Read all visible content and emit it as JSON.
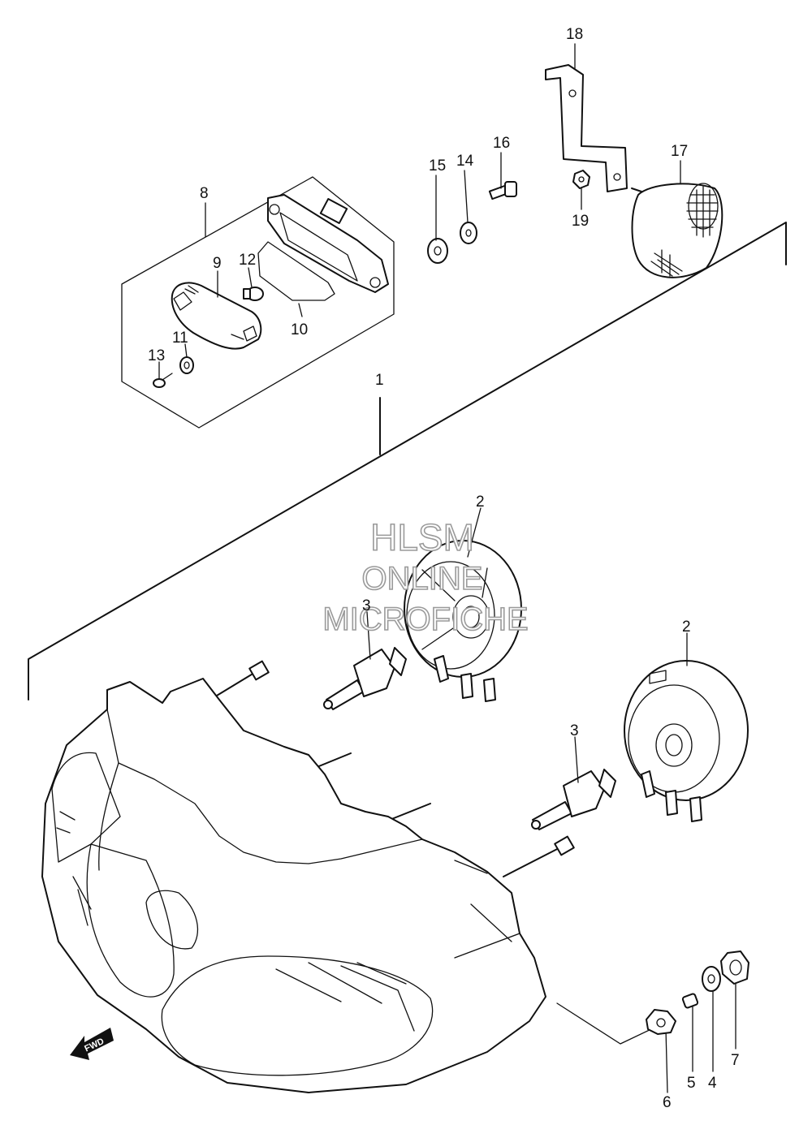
{
  "watermark": {
    "line1": "HLSM",
    "line2": "ONLINE",
    "line3": "MICROFICHE"
  },
  "direction_marker": "FWD",
  "callouts": [
    {
      "id": "1",
      "label": "1"
    },
    {
      "id": "2a",
      "label": "2"
    },
    {
      "id": "2b",
      "label": "2"
    },
    {
      "id": "3a",
      "label": "3"
    },
    {
      "id": "3b",
      "label": "3"
    },
    {
      "id": "4",
      "label": "4"
    },
    {
      "id": "5",
      "label": "5"
    },
    {
      "id": "6",
      "label": "6"
    },
    {
      "id": "7",
      "label": "7"
    },
    {
      "id": "8",
      "label": "8"
    },
    {
      "id": "9",
      "label": "9"
    },
    {
      "id": "10",
      "label": "10"
    },
    {
      "id": "11",
      "label": "11"
    },
    {
      "id": "12",
      "label": "12"
    },
    {
      "id": "13",
      "label": "13"
    },
    {
      "id": "14",
      "label": "14"
    },
    {
      "id": "15",
      "label": "15"
    },
    {
      "id": "16",
      "label": "16"
    },
    {
      "id": "17",
      "label": "17"
    },
    {
      "id": "18",
      "label": "18"
    },
    {
      "id": "19",
      "label": "19"
    }
  ]
}
